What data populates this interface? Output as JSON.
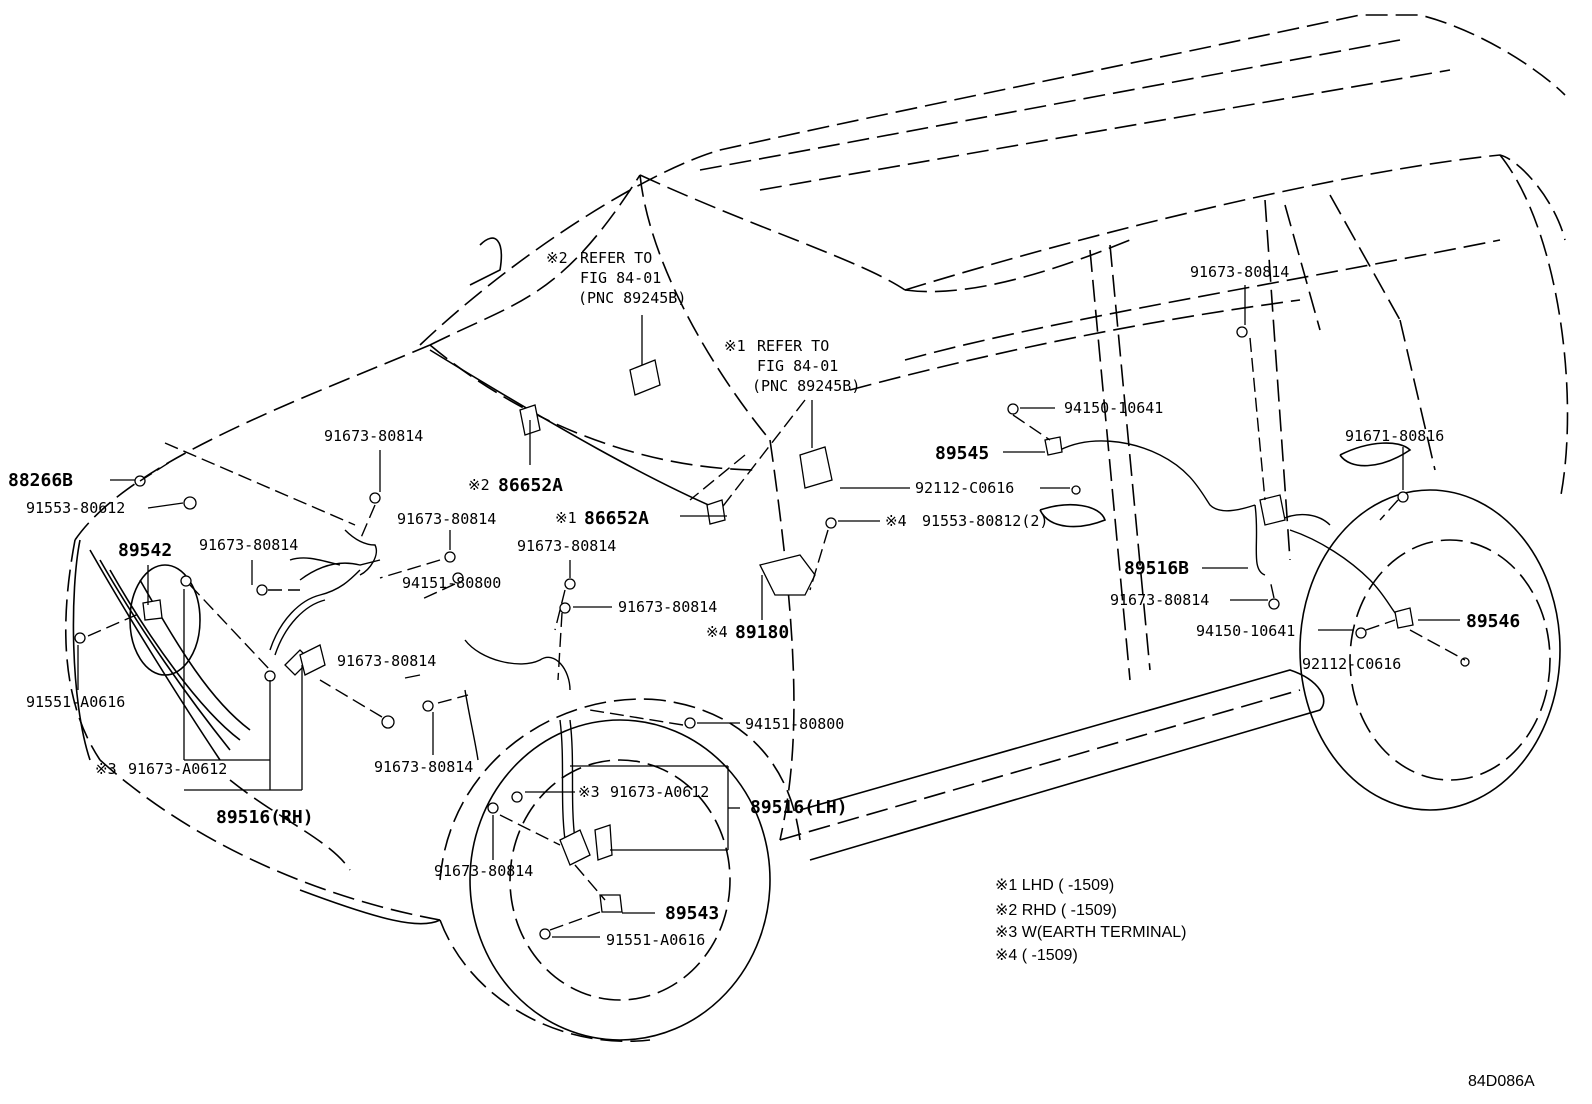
{
  "labels": {
    "p88266B": "88266B",
    "p91553_80612": "91553-80612",
    "p89542": "89542",
    "p91551_A0616_l": "91551-A0616",
    "p91673_A0612_rh": "91673-A0612",
    "p89516RH": "89516(RH)",
    "p91673_80814_a": "91673-80814",
    "p91673_80814_b": "91673-80814",
    "p91673_80814_c": "91673-80814",
    "p94151_80800_a": "94151-80800",
    "p91673_80814_d": "91673-80814",
    "p91673_80814_e": "91673-80814",
    "p91673_80814_f": "91673-80814",
    "p91673_80814_g": "91673-80814",
    "p91673_80814_h": "91673-80814",
    "p94151_80800_b": "94151-80800",
    "p91673_A0612_lh": "91673-A0612",
    "p89516LH": "89516(LH)",
    "p89543": "89543",
    "p91551_A0616_r": "91551-A0616",
    "p86652A_2": "86652A",
    "p86652A_1": "86652A",
    "p89180": "89180",
    "p89545": "89545",
    "p92112_C0616_a": "92112-C0616",
    "p91553_80812": "91553-80812(2)",
    "p91673_80814_top": "91673-80814",
    "p94150_10641_a": "94150-10641",
    "p91671_80816": "91671-80816",
    "p89516B": "89516B",
    "p91673_80814_r": "91673-80814",
    "p94150_10641_b": "94150-10641",
    "p89546": "89546",
    "p92112_C0616_b": "92112-C0616"
  },
  "marks": {
    "m1": "※1",
    "m2": "※2",
    "m3": "※3",
    "m4": "※4"
  },
  "refer2": {
    "line1": "REFER TO",
    "line2": "FIG 84-01",
    "line3": "(PNC 89245B)"
  },
  "refer1": {
    "line1": "REFER TO",
    "line2": "FIG 84-01",
    "line3": "(PNC 89245B)"
  },
  "notes": [
    "※1 LHD (     -1509)",
    "※2 RHD (     -1509)",
    "※3 W(EARTH TERMINAL)",
    "※4 (     -1509)"
  ],
  "figure_id": "84D086A"
}
